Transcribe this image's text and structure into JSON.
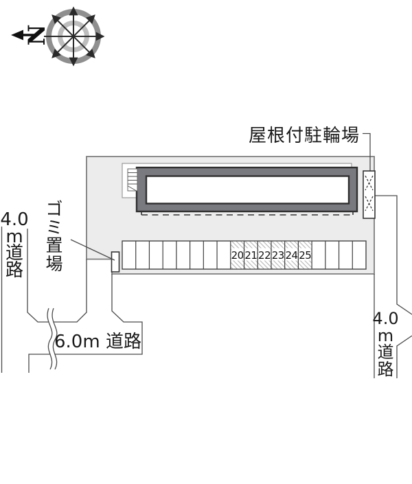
{
  "compass": {
    "north_label": "N"
  },
  "labels": {
    "bicycle_parking": "屋根付駐輪場",
    "garbage": {
      "text": "ゴミ置場",
      "chars": [
        "ゴ",
        "ミ",
        "置",
        "場"
      ]
    },
    "road_left": {
      "text": "4.0m道路",
      "segments": [
        "4.0",
        "m",
        "道",
        "路"
      ]
    },
    "road_right": {
      "text": "4.0m道路",
      "segments": [
        "4.0",
        "m",
        "道",
        "路"
      ]
    },
    "road_bottom": "6.0m 道路"
  },
  "parking": {
    "total_stalls": 18,
    "unnumbered_left": 8,
    "numbered_stalls": [
      "20",
      "21",
      "22",
      "23",
      "24",
      "25"
    ],
    "unnumbered_right": 4,
    "numbered_style": "hatched"
  },
  "colors": {
    "site_fill": "#ececec",
    "building_fill": "#797980",
    "building_border": "#2f2f2f",
    "line": "#4a4a4a",
    "hatch": "#b2b2b2",
    "compass_ring_outer": "#8f8f8f",
    "compass_ring_inner": "#bdbdbd",
    "text": "#1a1a1a"
  }
}
